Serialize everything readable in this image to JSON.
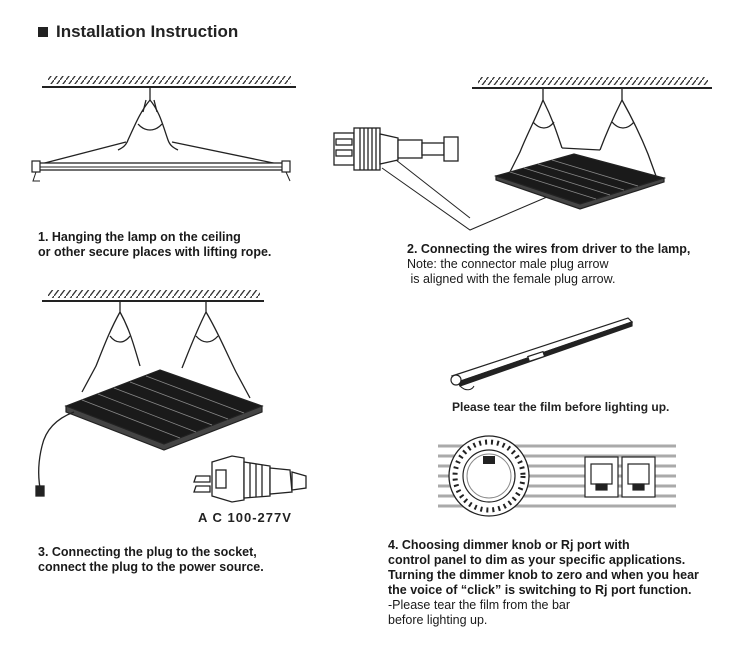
{
  "header": {
    "title": "Installation Instruction"
  },
  "steps": [
    {
      "line1": "1. Hanging the lamp on the ceiling",
      "line2": "or other secure places with lifting rope."
    },
    {
      "line1": "2. Connecting the wires from driver to the lamp,",
      "note1": "Note: the connector male plug arrow",
      "note2": " is aligned with the female plug arrow."
    },
    {
      "line1": "3. Connecting the plug to the socket,",
      "line2": "connect the plug to the power source."
    },
    {
      "line1": "4. Choosing dimmer knob or Rj port with",
      "line2": "control panel to dim as your specific applications.",
      "line3": "Turning the dimmer knob to zero and when you hear",
      "line4": "the voice of “click” is switching to Rj port function.",
      "line5": "-Please tear the film from the bar",
      "line6": "before lighting up."
    }
  ],
  "labels": {
    "voltage": "A C 100-277V",
    "film": "Please tear the film before lighting up."
  }
}
